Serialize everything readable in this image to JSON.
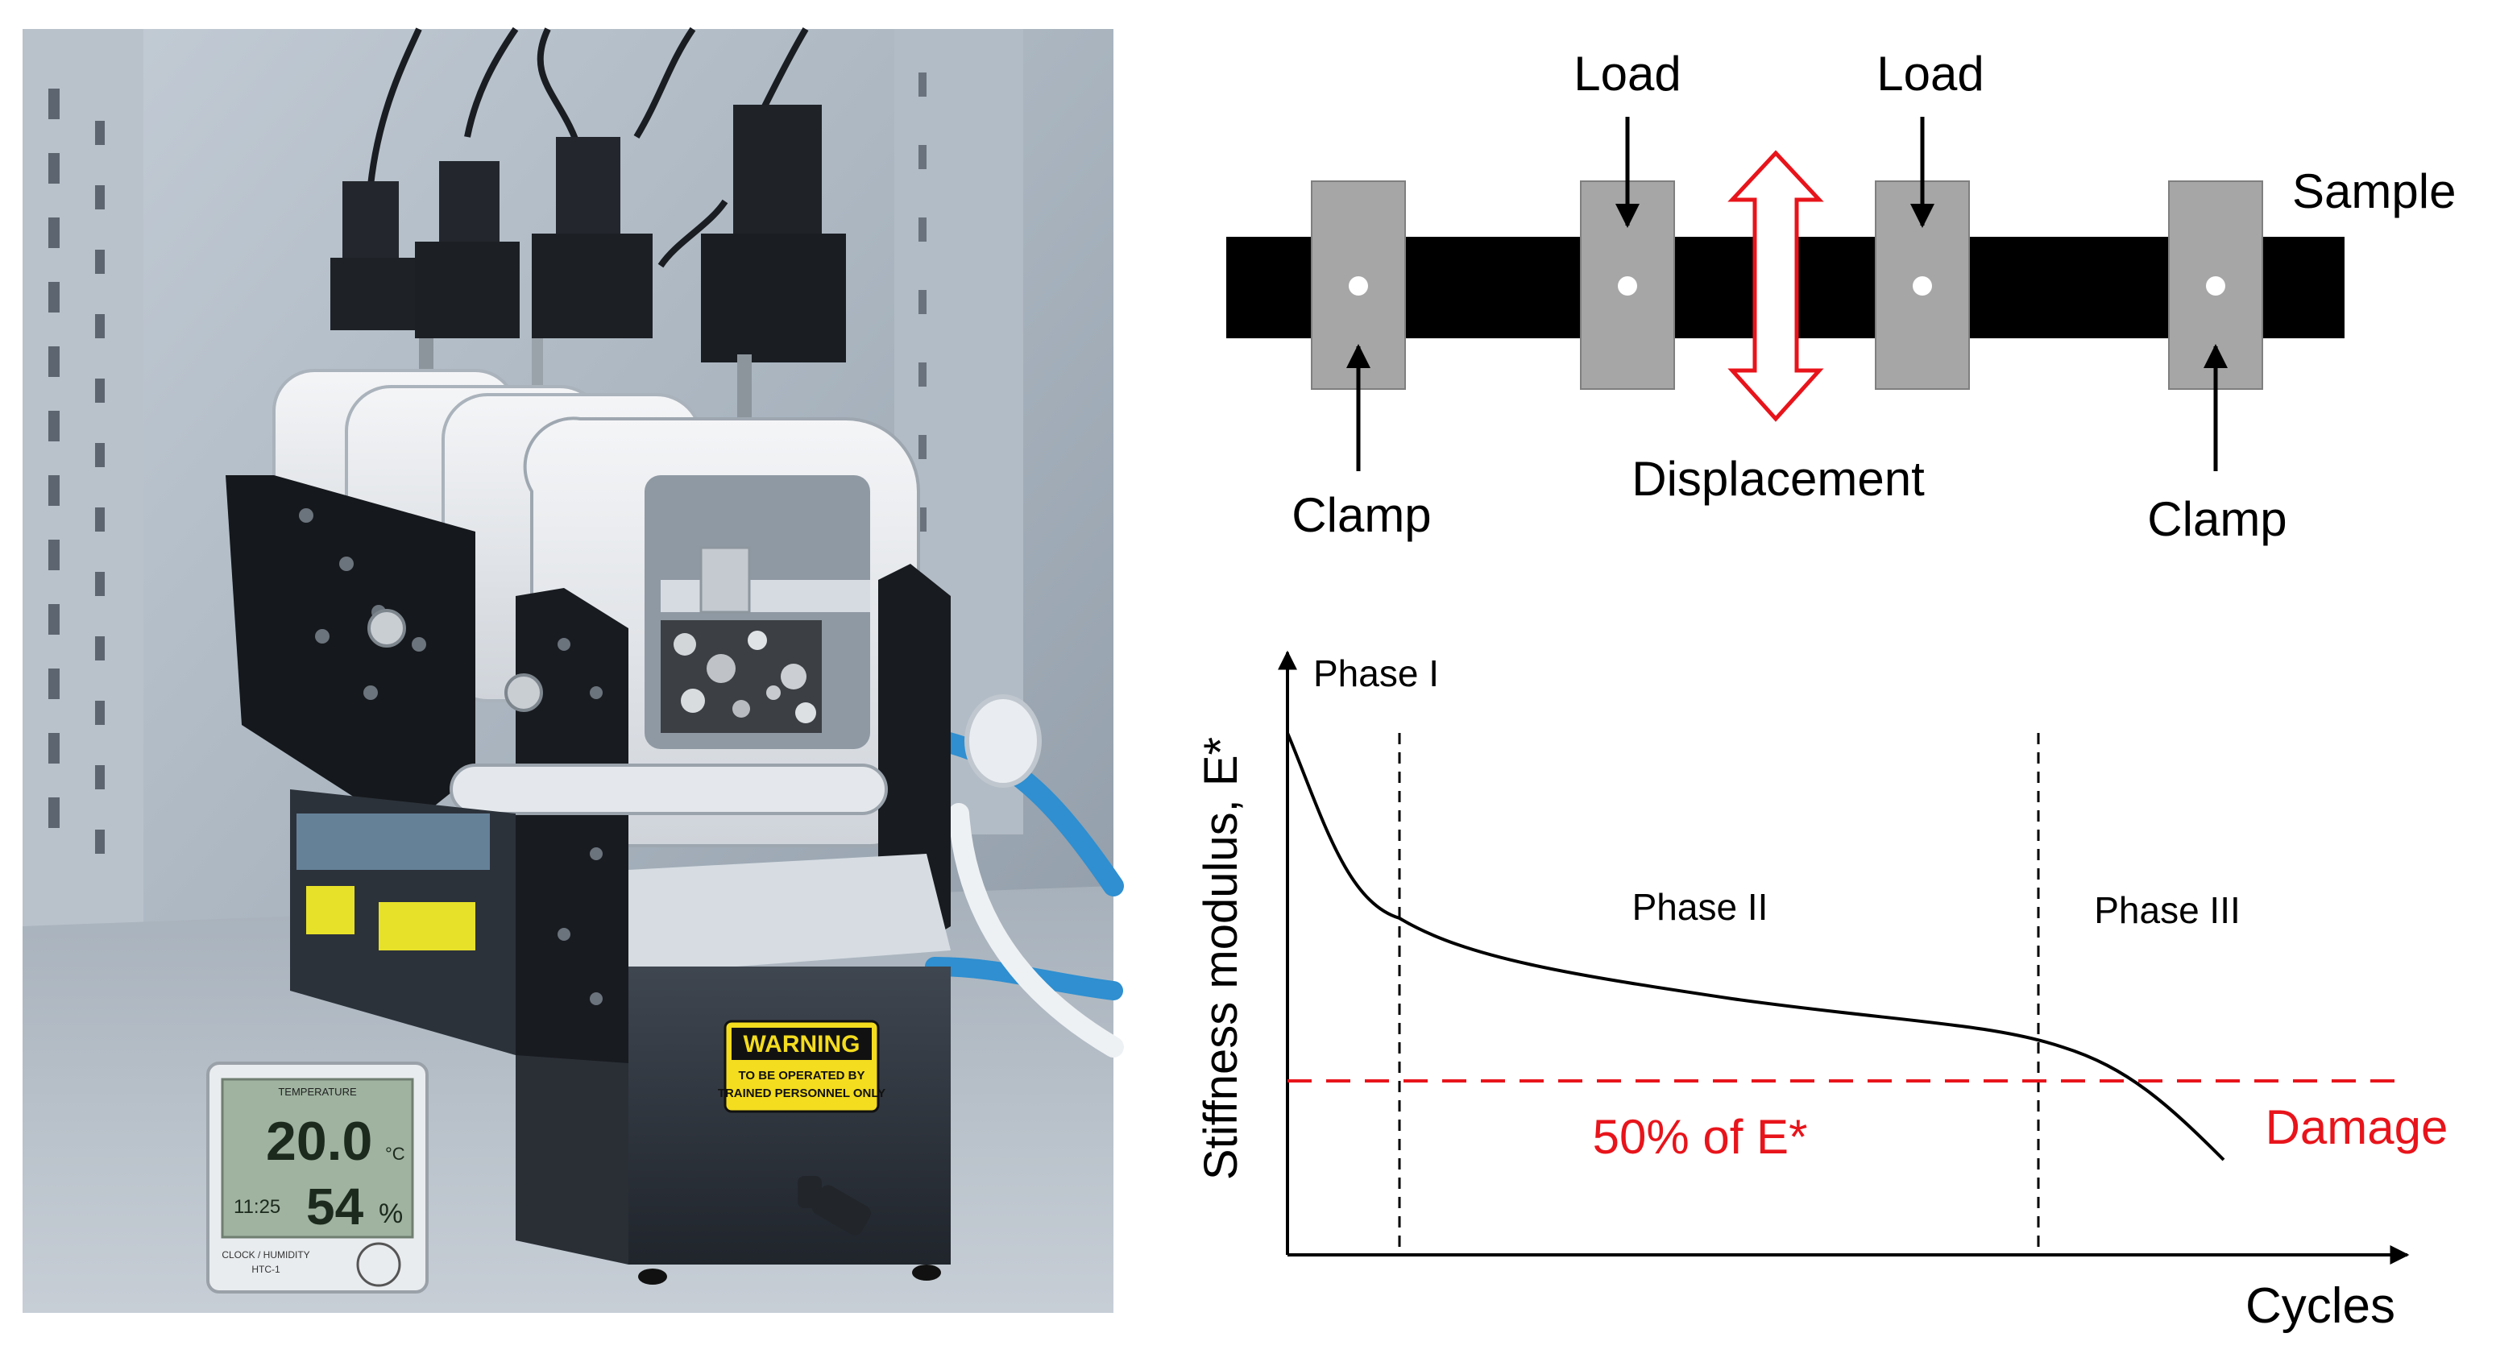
{
  "photo": {
    "warning_label": {
      "title": "WARNING",
      "line1": "TO BE OPERATED BY",
      "line2": "TRAINED PERSONNEL ONLY"
    },
    "hygrometer": {
      "header": "TEMPERATURE",
      "temp": "20.0",
      "temp_unit": "°C",
      "time": "11:25",
      "humidity": "54",
      "humidity_unit": "%",
      "footer1": "CLOCK / HUMIDITY",
      "footer2": "HTC-1"
    }
  },
  "schematic": {
    "load_left": "Load",
    "load_right": "Load",
    "sample": "Sample",
    "clamp_left": "Clamp",
    "clamp_right": "Clamp",
    "displacement": "Displacement"
  },
  "graph": {
    "ylabel": "Stiffness modulus, E*",
    "xlabel": "Cycles",
    "phase1": "Phase I",
    "phase2": "Phase II",
    "phase3": "Phase III",
    "threshold_label": "50% of E*",
    "damage_label": "Damage",
    "threshold_color": "#e8141b"
  }
}
